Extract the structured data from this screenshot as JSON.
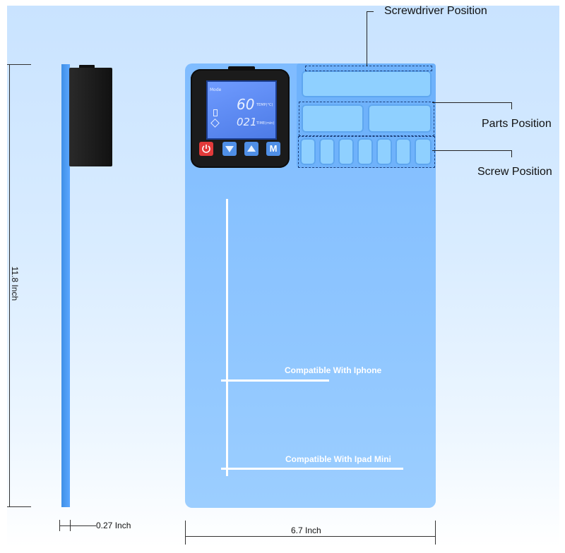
{
  "callouts": {
    "screwdriver": "Screwdriver Position",
    "parts": "Parts Position",
    "screw": "Screw Position"
  },
  "dimensions": {
    "height": "11.8 Inch",
    "thickness": "0.27 Inch",
    "width": "6.7 Inch"
  },
  "plate": {
    "compat_iphone": "Compatible With Iphone",
    "compat_ipad": "Compatible With Ipad Mini"
  },
  "controller": {
    "mode_label": "Mode",
    "temperature": "60",
    "temperature_unit": "TEMP(°C)",
    "time": "021",
    "time_unit": "TIME(min)",
    "mode_button": "M"
  },
  "colors": {
    "plate": "#8fc6ff",
    "power_button": "#e23a3a",
    "control_button": "#4f8fe6"
  }
}
